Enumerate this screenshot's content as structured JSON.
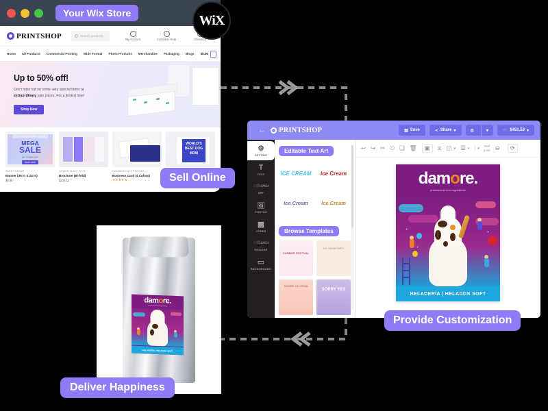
{
  "store_window": {
    "title_pill": "Your Wix Store",
    "brand": "PRINTSHOP",
    "search_placeholder": "Search products...",
    "head_actions": [
      {
        "label": "My Account",
        "icon": "user-icon"
      },
      {
        "label": "Customer Help",
        "icon": "help-icon"
      },
      {
        "label": "Checkout",
        "icon": "checkout-icon"
      }
    ],
    "nav_items": [
      "Home",
      "All Products",
      "Commercial Printing",
      "Wide Format",
      "Photo Products",
      "Merchandise",
      "Packaging",
      "Blogs"
    ],
    "cart_total": "$0.00",
    "hero": {
      "headline": "Up to 50% off!",
      "body_1": "Don't miss out on some very special items at ",
      "body_strong": "extraordinary",
      "body_2": " sale prices. For a limited time!",
      "cta": "Shop Now"
    },
    "banner_art": {
      "line1": "THIS WEEKEND ONLY",
      "line2": "MEGA",
      "line3": "SALE",
      "line4": "UP TO 50% OFF",
      "line5": "SHOP NOW"
    },
    "mug_text": "WORLD'S BEST DOG MOM",
    "products": [
      {
        "category": "WIDE FORMAT",
        "name": "Banner (36 in X 24 in)",
        "price": "$6.99",
        "stars": ""
      },
      {
        "category": "ADVERTISING, SHOP",
        "name": "Brochure (Bi-fold)",
        "price": "$230.12",
        "stars": ""
      },
      {
        "category": "COMMERCIAL PRINTING",
        "name": "Business Card (4 Colors)",
        "price": "",
        "stars": "★★★★★"
      }
    ]
  },
  "editor_window": {
    "brand": "PRINTSHOP",
    "back_icon": "back-arrow-icon",
    "buttons": {
      "save": "Save",
      "save_icon": "save-icon",
      "share": "Share",
      "share_icon": "share-icon",
      "share_chevron": "▾",
      "preview_icon": "◎",
      "preview_chevron": "▾",
      "cart_icon": "cart-icon",
      "cart_total": "$451.59",
      "cart_chevron": "▾"
    },
    "rail": [
      {
        "label": "SETTING",
        "icon": "⚙",
        "active": true
      },
      {
        "label": "TEXT",
        "icon": "T",
        "active": false
      },
      {
        "label": "ART",
        "icon": "◌☆▱▭",
        "active": false
      },
      {
        "label": "PHOTOS",
        "icon": "🖼",
        "active": false
      },
      {
        "label": "CODES",
        "icon": "▩",
        "active": false
      },
      {
        "label": "DESIGNS",
        "icon": "◌☆▱▭",
        "active": false
      },
      {
        "label": "BACKGROUND",
        "icon": "▭",
        "active": false
      }
    ],
    "panel": {
      "text_art_title": "Editable Text Art",
      "text_art_items": [
        "ICE CREAM",
        "Ice Cream",
        "Ice Cream",
        "Ice Cream"
      ],
      "templates_title": "Browse Templates",
      "template_items": [
        "SUMMER FESTIVAL",
        "ICE CREAM PARTY",
        "SUMMER ICE CREAM",
        "SORRY YES"
      ]
    },
    "toolbar": {
      "icons": [
        "undo-icon",
        "redo-icon",
        "scissors-icon",
        "cursor-icon",
        "copy-icon",
        "trash-icon",
        "image-icon",
        "mask-icon",
        "align-icon",
        "distribute-icon",
        "flip-icon"
      ],
      "glyphs": [
        "↩",
        "↪",
        "✂",
        "⎋",
        "❏",
        "🗑",
        "▣",
        "⧖",
        "◫",
        "☰",
        "⫶"
      ],
      "perf_line_1": "Perf",
      "perf_line_2": "Line",
      "zoom_out_icon": "⊖",
      "history_icon": "⟳"
    },
    "poster": {
      "logo_a": "dam",
      "logo_o": "o",
      "logo_b": "re.",
      "subtitle": "professional food ingredients",
      "footer": "HELADERÍA | HELADOS SOFT"
    }
  },
  "bag_window": {
    "label": {
      "logo_a": "dam",
      "logo_o": "o",
      "logo_b": "re.",
      "subtitle": "professional food ingredients",
      "footer": "HELADERÍA | HELADOS SOFT"
    }
  },
  "pills": {
    "sell_online": "Sell Online",
    "deliver_happiness": "Deliver Happiness",
    "provide_customization": "Provide Customization"
  },
  "wix_badge": "WiX",
  "colors": {
    "accent_purple": "#8d7bf7",
    "editor_header": "#8d8af4",
    "titlebar": "#3a4452",
    "rail_dark": "#231f20",
    "poster_magenta": "#7d1d80",
    "poster_cyan": "#1ea7de",
    "logo_orange": "#f5821f",
    "connector_gray": "#8a8a90"
  }
}
